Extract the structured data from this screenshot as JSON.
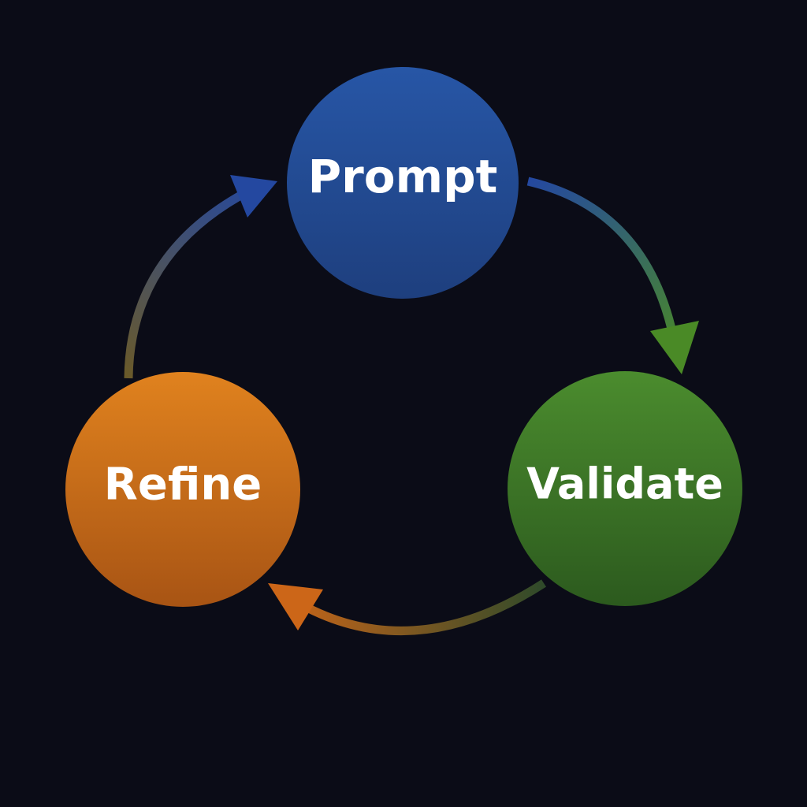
{
  "diagram": {
    "type": "cycle",
    "nodes": [
      {
        "id": "prompt",
        "label": "Prompt",
        "color_top": "#2756a6",
        "color_bottom": "#1e3f7e"
      },
      {
        "id": "validate",
        "label": "Validate",
        "color_top": "#4b8c2e",
        "color_bottom": "#2c5a1e"
      },
      {
        "id": "refine",
        "label": "Refine",
        "color_top": "#e0821e",
        "color_bottom": "#a85414"
      }
    ],
    "edges": [
      {
        "from": "prompt",
        "to": "validate",
        "color_from": "#2448a0",
        "color_to": "#4a8a26"
      },
      {
        "from": "validate",
        "to": "refine",
        "color_from": "#2f4a2a",
        "color_to": "#cc6618"
      },
      {
        "from": "refine",
        "to": "prompt",
        "color_from": "#6a5a2a",
        "color_to": "#2448a0"
      }
    ],
    "background": "#0b0c17"
  }
}
